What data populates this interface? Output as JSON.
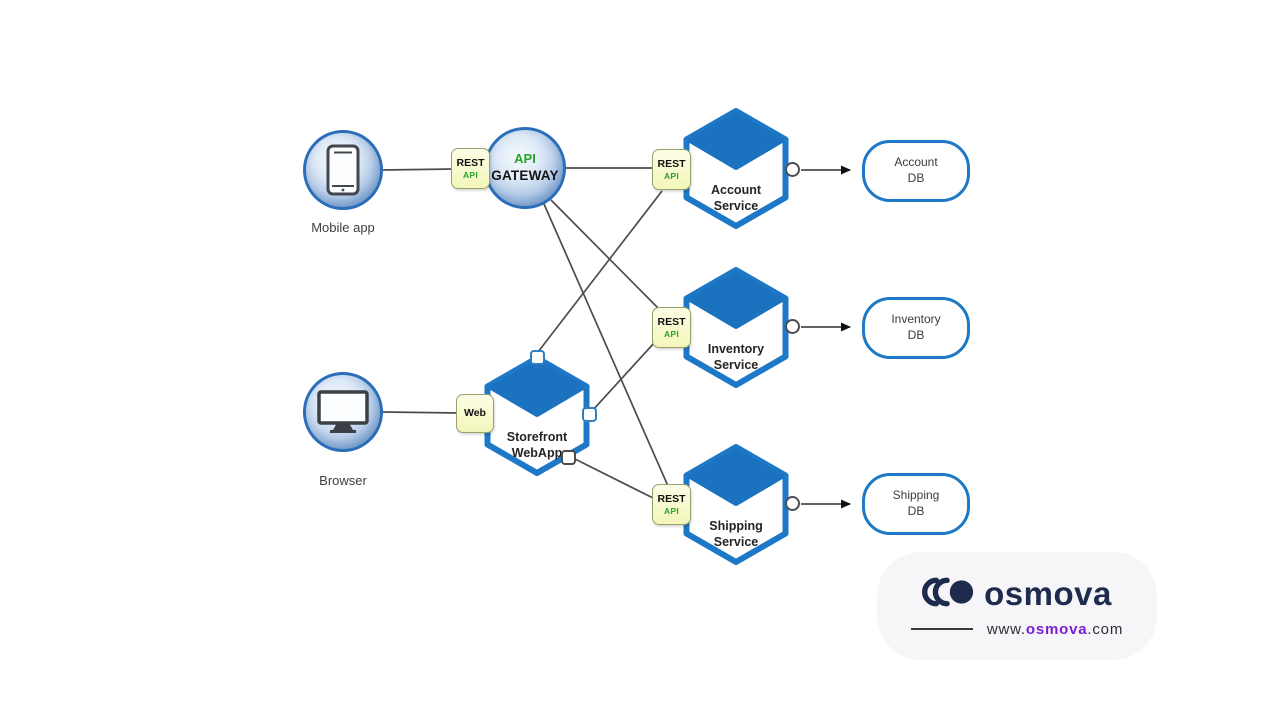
{
  "nodes": {
    "mobile": {
      "label": "Mobile app"
    },
    "browser": {
      "label": "Browser"
    },
    "gateway": {
      "line1": "API",
      "line2": "GATEWAY"
    },
    "gateway_badge": {
      "line1": "REST",
      "line2": "API"
    },
    "storefront": {
      "line1": "Storefront",
      "line2": "WebApp"
    },
    "web_badge": {
      "label": "Web"
    },
    "account": {
      "service_line1": "Account",
      "service_line2": "Service",
      "badge_line1": "REST",
      "badge_line2": "API",
      "db_line1": "Account",
      "db_line2": "DB"
    },
    "inventory": {
      "service_line1": "Inventory",
      "service_line2": "Service",
      "badge_line1": "REST",
      "badge_line2": "API",
      "db_line1": "Inventory",
      "db_line2": "DB"
    },
    "shipping": {
      "service_line1": "Shipping",
      "service_line2": "Service",
      "badge_line1": "REST",
      "badge_line2": "API",
      "db_line1": "Shipping",
      "db_line2": "DB"
    }
  },
  "edges": [
    {
      "from": "mobile-app",
      "to": "gateway-rest-api-badge"
    },
    {
      "from": "api-gateway",
      "to": "account-rest-api-badge"
    },
    {
      "from": "api-gateway",
      "to": "inventory-rest-api-badge"
    },
    {
      "from": "api-gateway",
      "to": "shipping-rest-api-badge"
    },
    {
      "from": "browser",
      "to": "web-badge"
    },
    {
      "from": "storefront-webapp-top-port",
      "to": "account-rest-api-badge"
    },
    {
      "from": "storefront-webapp-right-port",
      "to": "inventory-rest-api-badge"
    },
    {
      "from": "storefront-webapp-bottom-port",
      "to": "shipping-rest-api-badge"
    },
    {
      "from": "account-service",
      "to": "account-db",
      "arrow": true
    },
    {
      "from": "inventory-service",
      "to": "inventory-db",
      "arrow": true
    },
    {
      "from": "shipping-service",
      "to": "shipping-db",
      "arrow": true
    }
  ],
  "branding": {
    "name": "osmova",
    "url_www": "www.",
    "url_brand": "osmova",
    "url_tld": ".com"
  },
  "colors": {
    "node_border_blue": "#1d78c8",
    "hex_roof_blue": "#1b72bf",
    "circle_border_blue": "#2a6db8",
    "badge_yellow": "#f6f8c4",
    "badge_green_text": "#2da12d",
    "edge_gray": "#4d4d4d",
    "logo_navy": "#1e2b4d",
    "logo_purple": "#7a1fd1",
    "card_gray": "#f6f6f8"
  }
}
